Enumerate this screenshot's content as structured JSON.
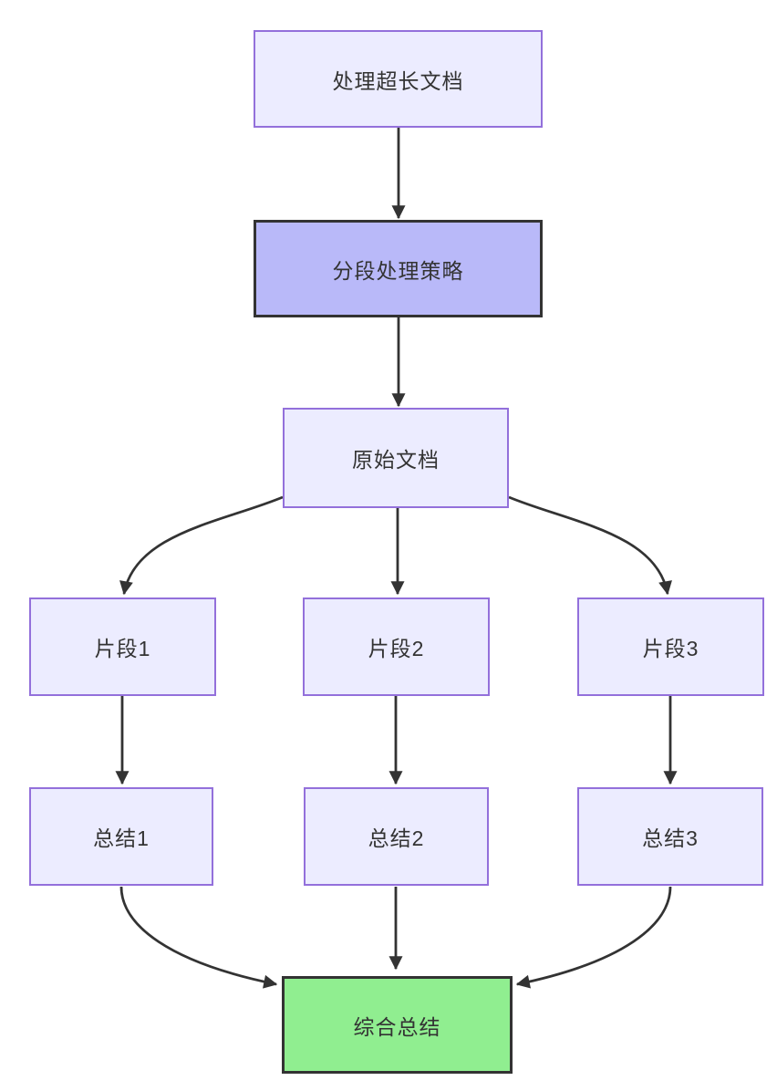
{
  "diagram": {
    "type": "flowchart",
    "direction": "top-down",
    "nodes": [
      {
        "id": "A",
        "label": "处理超长文档",
        "style": "default"
      },
      {
        "id": "B",
        "label": "分段处理策略",
        "style": "emphasis"
      },
      {
        "id": "C",
        "label": "原始文档",
        "style": "default"
      },
      {
        "id": "D1",
        "label": "片段1",
        "style": "default"
      },
      {
        "id": "D2",
        "label": "片段2",
        "style": "default"
      },
      {
        "id": "D3",
        "label": "片段3",
        "style": "default"
      },
      {
        "id": "E1",
        "label": "总结1",
        "style": "default"
      },
      {
        "id": "E2",
        "label": "总结2",
        "style": "default"
      },
      {
        "id": "E3",
        "label": "总结3",
        "style": "default"
      },
      {
        "id": "G",
        "label": "综合总结",
        "style": "result"
      }
    ],
    "edges": [
      {
        "from": "A",
        "to": "B"
      },
      {
        "from": "B",
        "to": "C"
      },
      {
        "from": "C",
        "to": "D1"
      },
      {
        "from": "C",
        "to": "D2"
      },
      {
        "from": "C",
        "to": "D3"
      },
      {
        "from": "D1",
        "to": "E1"
      },
      {
        "from": "D2",
        "to": "E2"
      },
      {
        "from": "D3",
        "to": "E3"
      },
      {
        "from": "E1",
        "to": "G"
      },
      {
        "from": "E2",
        "to": "G"
      },
      {
        "from": "E3",
        "to": "G"
      }
    ],
    "colors": {
      "background": "#FFFFFF",
      "node_fill": "#ECECFF",
      "node_border": "#9370DB",
      "emphasis_fill": "#B9B9F9",
      "emphasis_border": "#333333",
      "result_fill": "#90EE90",
      "result_border": "#333333",
      "edge": "#333333",
      "text": "#333333"
    }
  }
}
